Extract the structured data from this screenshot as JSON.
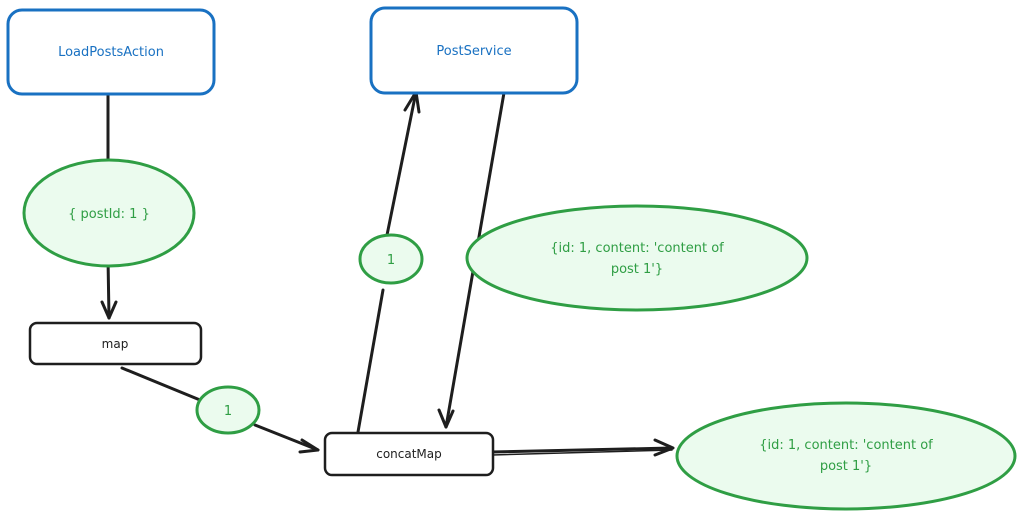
{
  "nodes": {
    "load_posts_action": {
      "label": "LoadPostsAction",
      "shape": "rounded-rect",
      "color": "#1971c2"
    },
    "post_service": {
      "label": "PostService",
      "shape": "rounded-rect",
      "color": "#1971c2"
    },
    "map": {
      "label": "map",
      "shape": "rounded-rect",
      "color": "#1e1e1e"
    },
    "concat_map": {
      "label": "concatMap",
      "shape": "rounded-rect",
      "color": "#1e1e1e"
    }
  },
  "values": {
    "post_id_payload": {
      "label": "{ postId: 1 }",
      "shape": "ellipse",
      "color": "#2f9e44"
    },
    "map_output": {
      "label": "1",
      "shape": "ellipse",
      "color": "#2f9e44"
    },
    "service_request": {
      "label": "1",
      "shape": "ellipse",
      "color": "#2f9e44"
    },
    "service_response": {
      "line1": "{id: 1, content: 'content of",
      "line2": "post 1'}",
      "shape": "ellipse",
      "color": "#2f9e44"
    },
    "final_output": {
      "line1": "{id: 1, content: 'content of",
      "line2": "post 1'}",
      "shape": "ellipse",
      "color": "#2f9e44"
    }
  },
  "edges": [
    {
      "from": "LoadPostsAction",
      "to": "map",
      "via": "{ postId: 1 }"
    },
    {
      "from": "map",
      "to": "concatMap",
      "via": "1"
    },
    {
      "from": "concatMap",
      "to": "PostService",
      "via": "1"
    },
    {
      "from": "PostService",
      "to": "concatMap",
      "via": "{id: 1, content: 'content of post 1'}"
    },
    {
      "from": "concatMap",
      "to": "output",
      "via": "{id: 1, content: 'content of post 1'}"
    }
  ],
  "colors": {
    "primary": "#1971c2",
    "value_stroke": "#2f9e44",
    "value_fill": "#ebfbee",
    "line": "#1e1e1e"
  }
}
